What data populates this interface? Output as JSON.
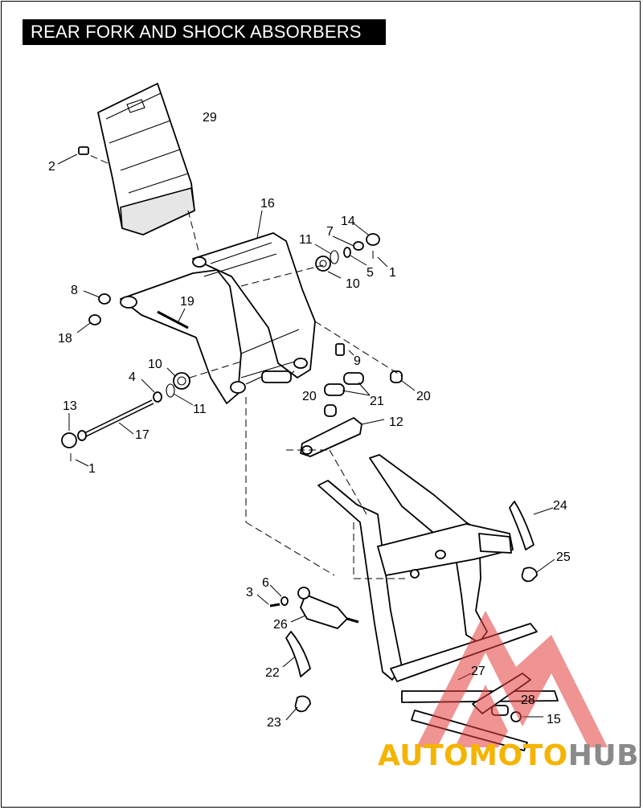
{
  "title": "REAR FORK AND SHOCK ABSORBERS",
  "callouts": {
    "c29": "29",
    "c2": "2",
    "c16": "16",
    "c14": "14",
    "c7": "7",
    "c11a": "11",
    "c5": "5",
    "c1a": "1",
    "c10a": "10",
    "c8": "8",
    "c19": "19",
    "c18": "18",
    "c9": "9",
    "c10b": "10",
    "c4": "4",
    "c11b": "11",
    "c20a": "20",
    "c20b": "20",
    "c21": "21",
    "c13": "13",
    "c12": "12",
    "c17": "17",
    "c1b": "1",
    "c24": "24",
    "c25": "25",
    "c3": "3",
    "c6": "6",
    "c26": "26",
    "c22": "22",
    "c27": "27",
    "c28": "28",
    "c15": "15",
    "c23": "23"
  },
  "watermark": {
    "part1": "AUTOMOTO",
    "part2": "HUB"
  },
  "colors": {
    "ink": "#000000",
    "watermark_red": "#e23b3b",
    "watermark_yellow": "#f4b400",
    "watermark_gray": "#8a8a8a"
  }
}
